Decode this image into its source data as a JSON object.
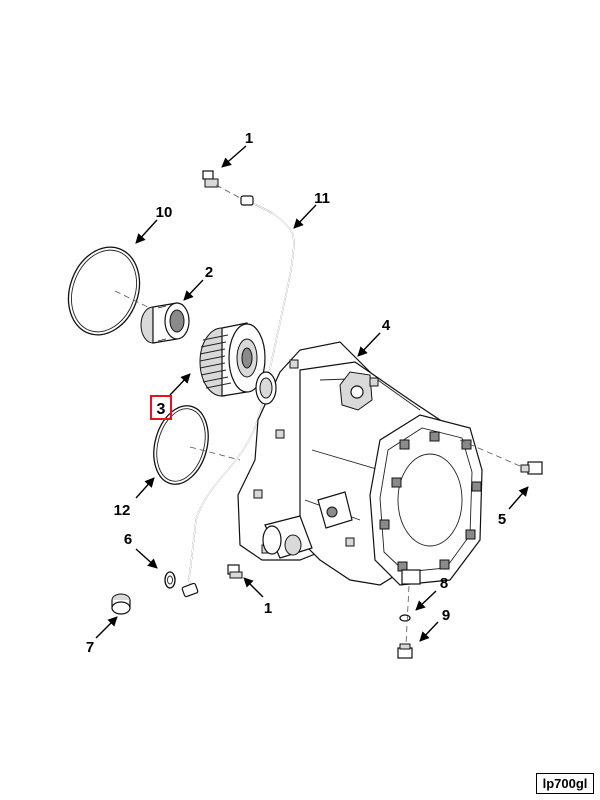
{
  "figure_id": "lp700gl",
  "highlight_color": "#e8141c",
  "callouts": [
    {
      "id": "1a",
      "label": "1"
    },
    {
      "id": "1b",
      "label": "1"
    },
    {
      "id": "2",
      "label": "2"
    },
    {
      "id": "3",
      "label": "3",
      "highlighted": true
    },
    {
      "id": "4",
      "label": "4"
    },
    {
      "id": "5",
      "label": "5"
    },
    {
      "id": "6",
      "label": "6"
    },
    {
      "id": "7",
      "label": "7"
    },
    {
      "id": "8",
      "label": "8"
    },
    {
      "id": "9",
      "label": "9"
    },
    {
      "id": "10",
      "label": "10"
    },
    {
      "id": "11",
      "label": "11"
    },
    {
      "id": "12",
      "label": "12"
    }
  ],
  "parts": [
    "fitting-icon",
    "tube-icon",
    "o-ring-icon",
    "bearing-icon",
    "gear-icon",
    "housing-icon",
    "bolt-icon",
    "washer-icon",
    "plug-icon",
    "seal-ring-icon"
  ]
}
